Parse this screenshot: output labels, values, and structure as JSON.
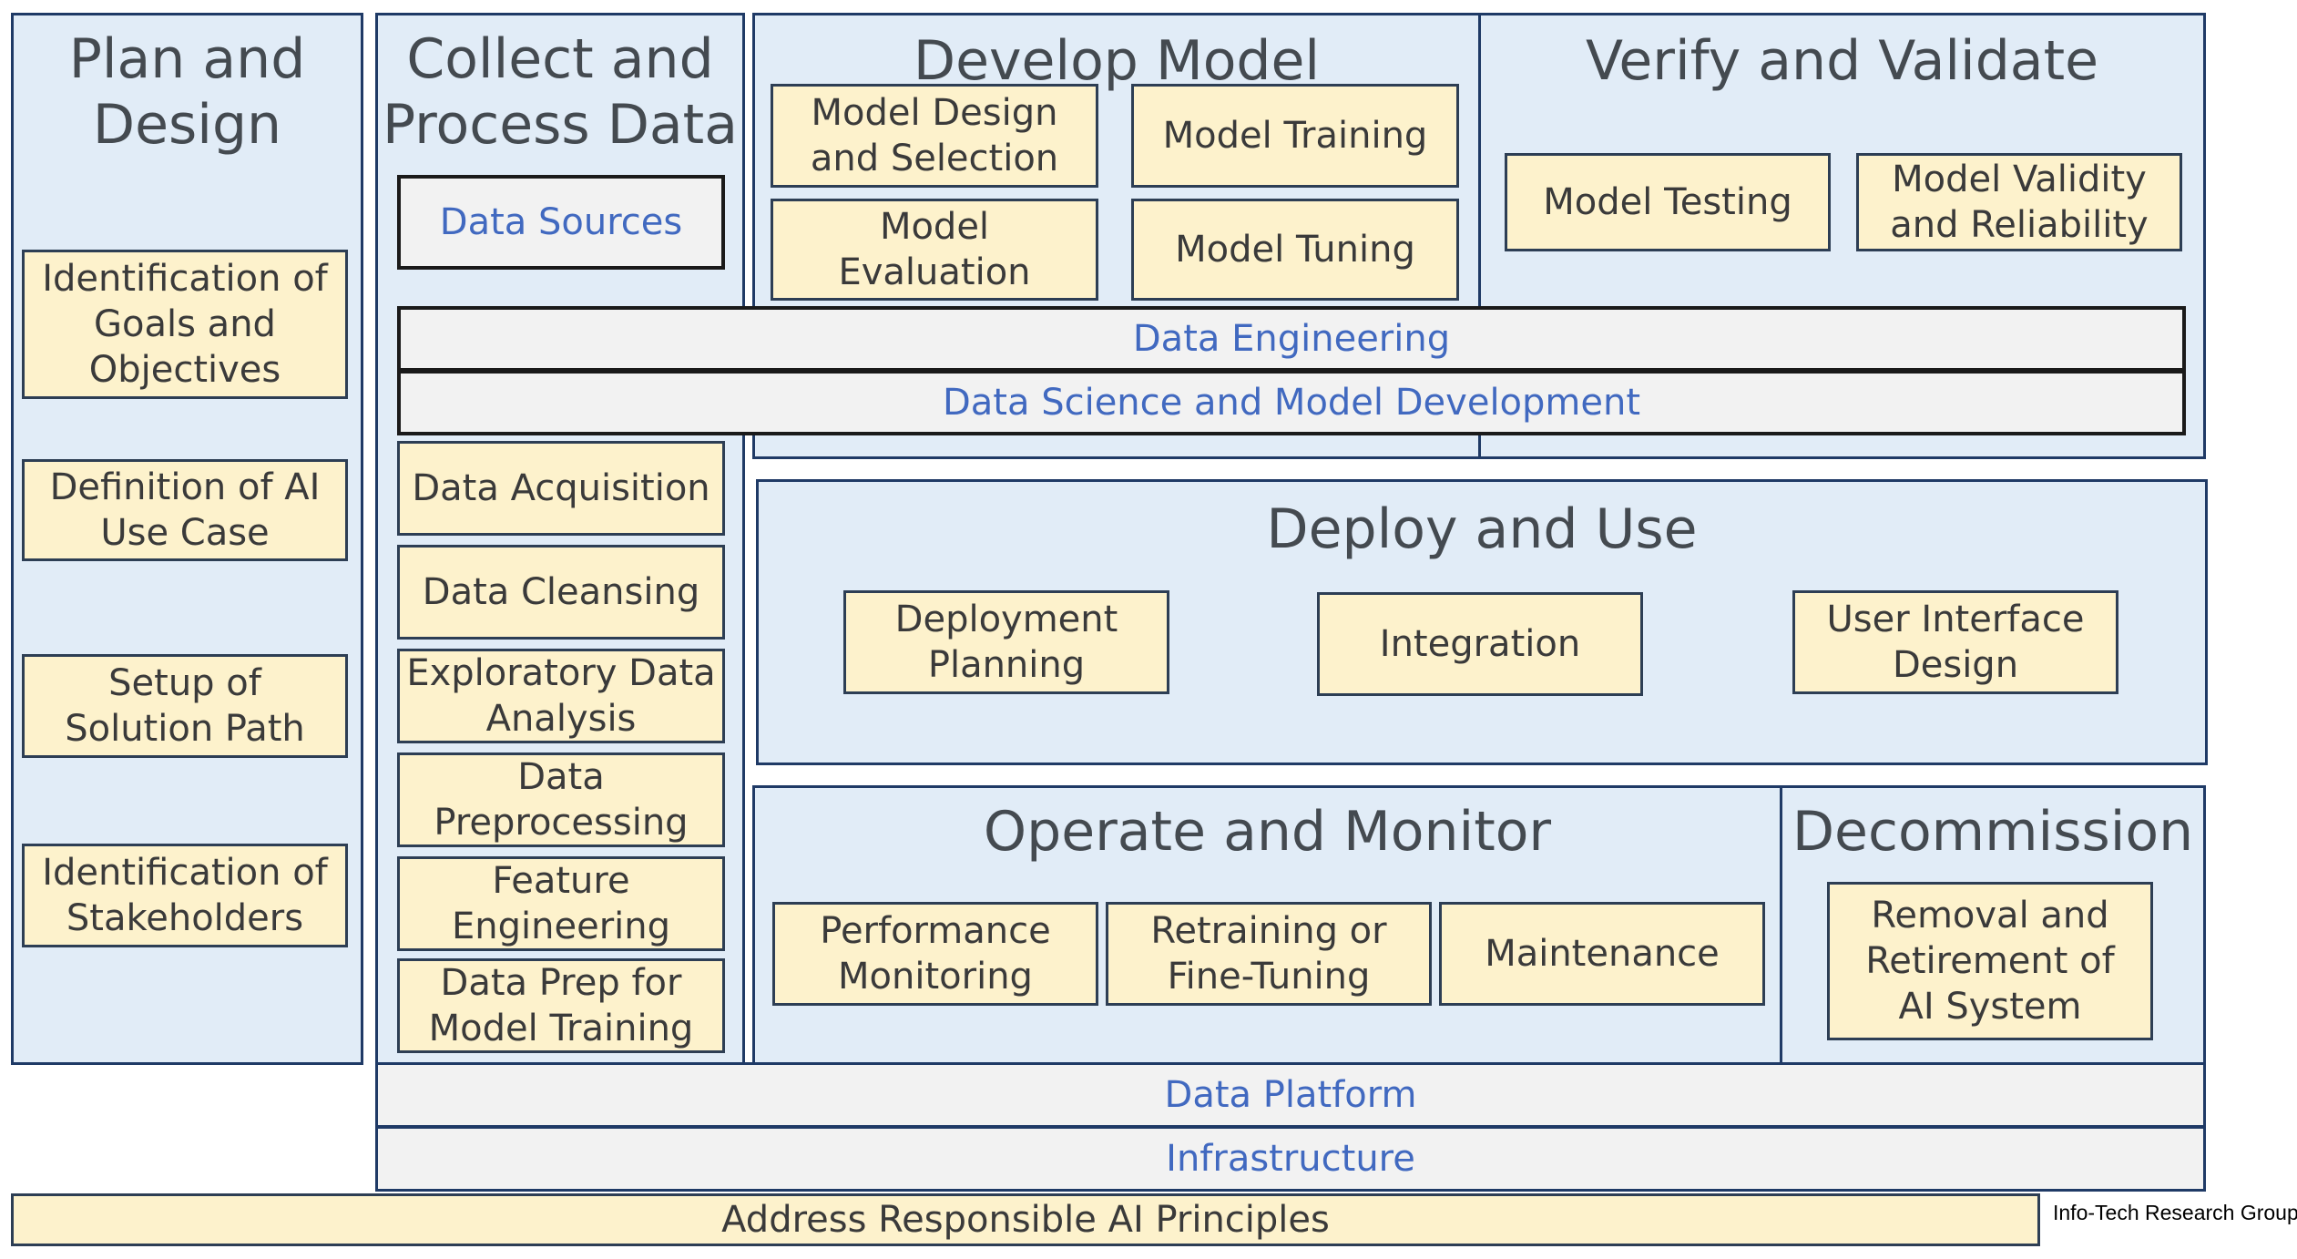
{
  "phases": {
    "plan": {
      "title": "Plan and\nDesign",
      "tasks": [
        "Identification of\nGoals and\nObjectives",
        "Definition of AI\nUse Case",
        "Setup of\nSolution Path",
        "Identification of\nStakeholders"
      ]
    },
    "collect": {
      "title": "Collect and\nProcess Data",
      "sources": "Data Sources",
      "tasks": [
        "Data Acquisition",
        "Data Cleansing",
        "Exploratory Data\nAnalysis",
        "Data\nPreprocessing",
        "Feature\nEngineering",
        "Data Prep for\nModel Training"
      ]
    },
    "develop": {
      "title": "Develop Model",
      "tasks": [
        "Model Design\nand Selection",
        "Model Training",
        "Model\nEvaluation",
        "Model Tuning"
      ]
    },
    "verify": {
      "title": "Verify and Validate",
      "tasks": [
        "Model Testing",
        "Model Validity\nand Reliability"
      ]
    },
    "deploy": {
      "title": "Deploy and Use",
      "tasks": [
        "Deployment\nPlanning",
        "Integration",
        "User Interface\nDesign"
      ]
    },
    "operate": {
      "title": "Operate and Monitor",
      "tasks": [
        "Performance\nMonitoring",
        "Retraining or\nFine-Tuning",
        "Maintenance"
      ]
    },
    "decommission": {
      "title": "Decommission",
      "tasks": [
        "Removal and\nRetirement of\nAI System"
      ]
    }
  },
  "bars": {
    "data_engineering": "Data Engineering",
    "data_science": "Data Science and Model Development",
    "data_platform": "Data Platform",
    "infrastructure": "Infrastructure"
  },
  "principles": "Address Responsible AI Principles",
  "credit": "Info-Tech Research Group",
  "colors": {
    "phase_fill": "#e1ecf7",
    "phase_border": "#1f3a66",
    "task_fill": "#fdf2cc",
    "bar_fill": "#f2f2f2",
    "bar_text": "#4169c0",
    "title_text": "#444a50"
  }
}
